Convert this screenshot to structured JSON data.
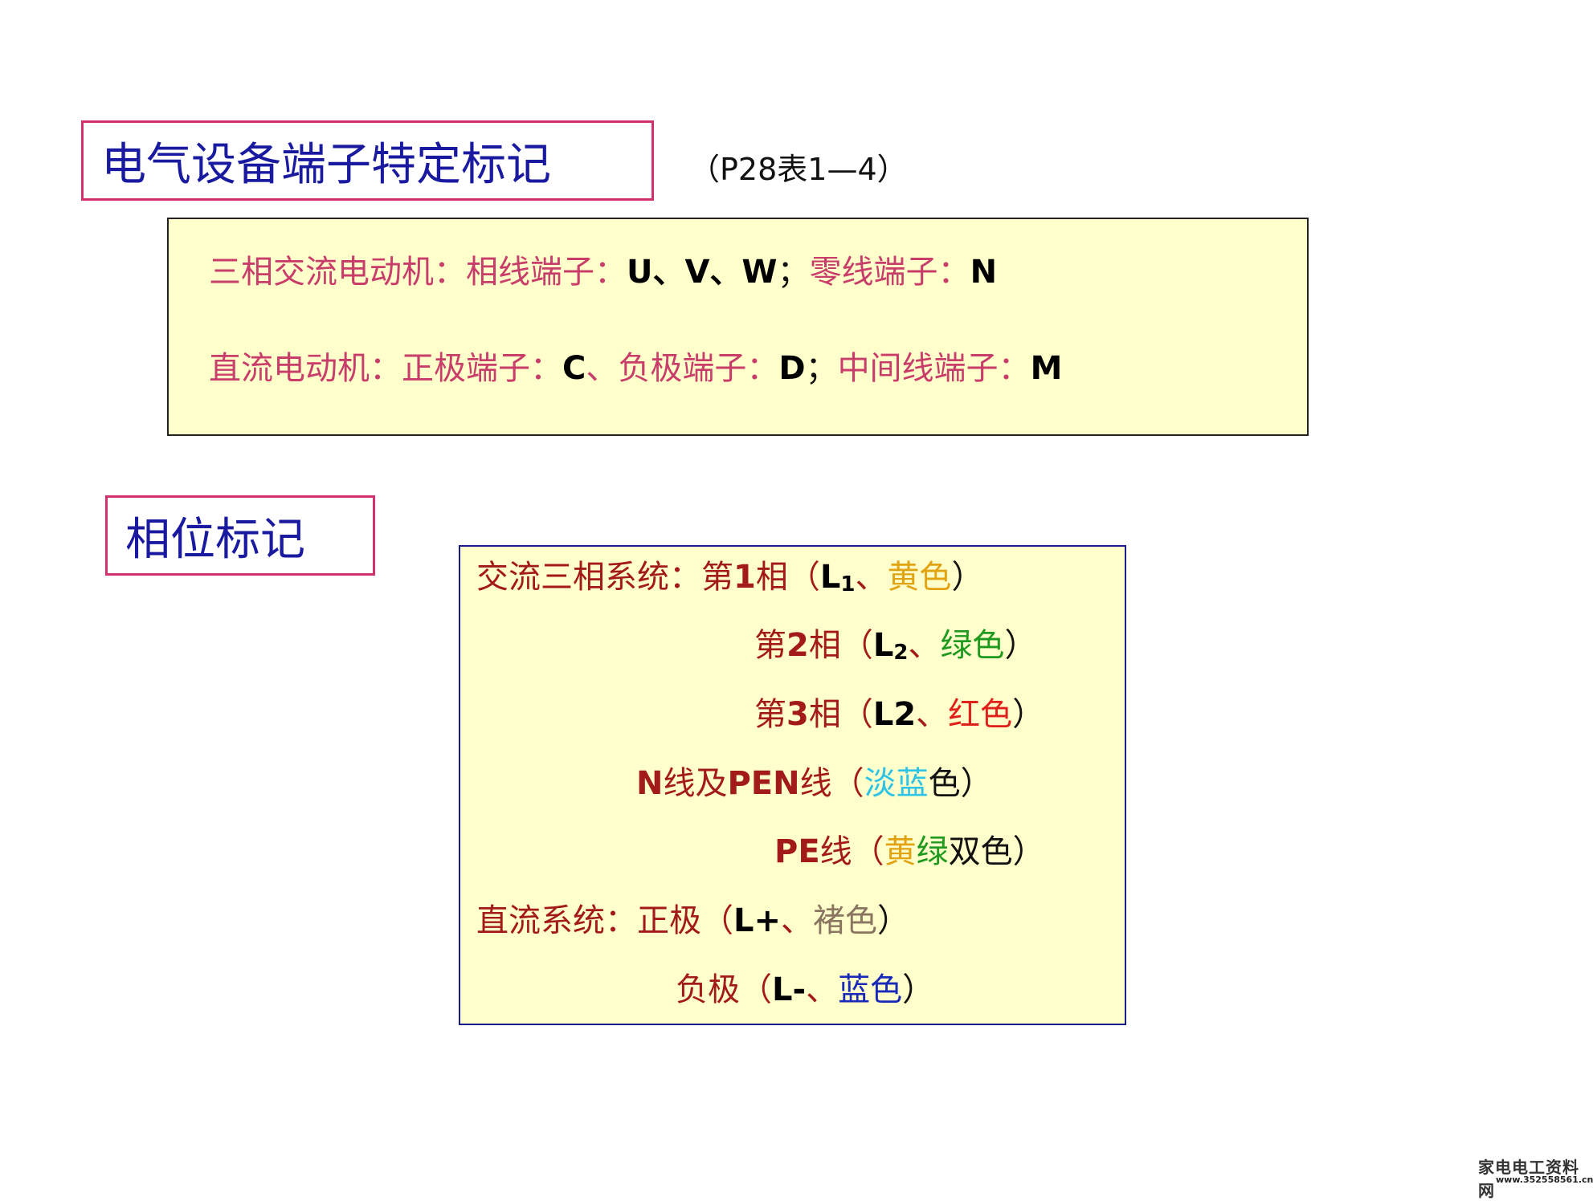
{
  "section1": {
    "title": "电气设备端子特定标记",
    "ref": "（P28表1—4）",
    "ac_motor": {
      "label": "三相交流电动机：相线端子：",
      "phases": "U、V、W",
      "sep": "；",
      "neutral_label": "零线端子：",
      "neutral": "N"
    },
    "dc_motor": {
      "label": "直流电动机：正极端子：",
      "pos": "C",
      "sep1": "、",
      "neg_label": "负极端子：",
      "neg": "D",
      "sep2": "；",
      "mid_label": "中间线端子：",
      "mid": "M"
    }
  },
  "section2": {
    "title": "相位标记",
    "ac_system_label": "交流三相系统：",
    "phase1": {
      "pre": "第",
      "num": "1",
      "post": "相（",
      "code": "L",
      "sub": "1",
      "sep": "、",
      "color": "黄色",
      "close": "）"
    },
    "phase2": {
      "pre": "第",
      "num": "2",
      "post": "相（",
      "code": "L",
      "sub": "2",
      "sep": "、",
      "color": "绿色",
      "close": "）"
    },
    "phase3": {
      "pre": "第",
      "num": "3",
      "post": "相（",
      "code": "L2",
      "sep": "、",
      "color": "红色",
      "close": "）"
    },
    "n_line": {
      "n": "N",
      "mid": "线及",
      "pen": "PEN",
      "post": "线（",
      "c1": "淡蓝",
      "c2": "色",
      "close": "）"
    },
    "pe_line": {
      "pe": "PE",
      "post": "线（",
      "c1": "黄",
      "c2": "绿",
      "c3": "双色",
      "close": "）"
    },
    "dc_system": {
      "label": "直流系统：",
      "pos": "正极（",
      "code": "L+",
      "sep": "、",
      "color": "褚色",
      "close": "）"
    },
    "dc_neg": {
      "neg": "负极（",
      "code": "L-",
      "sep": "、",
      "color": "蓝色",
      "close": "）"
    }
  },
  "colors": {
    "title_text": "#1a1aa0",
    "title_border": "#d4306e",
    "panel_bg": "#ffffcc",
    "label_pink": "#c83d6a",
    "label_dark_red": "#a31a1a"
  },
  "watermark": {
    "name": "家电电工资料网",
    "url": "www.352558561.cn"
  }
}
